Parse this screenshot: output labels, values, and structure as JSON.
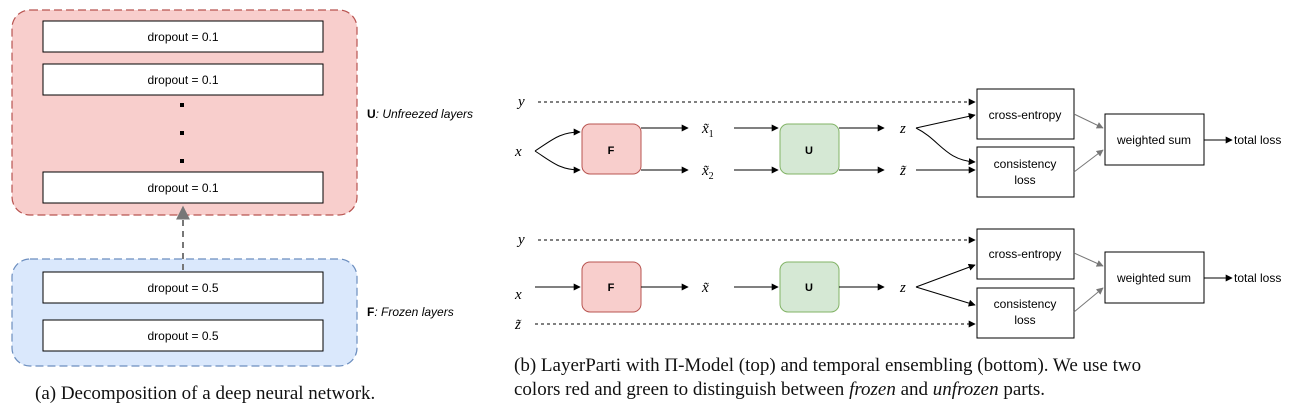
{
  "left": {
    "unfrozen_layers": [
      "dropout = 0.1",
      "dropout = 0.1",
      "dropout = 0.1"
    ],
    "frozen_layers": [
      "dropout = 0.5",
      "dropout = 0.5"
    ],
    "dots": ".",
    "unfrozen_label_bold": "U",
    "unfrozen_label_rest": ": Unfreezed layers",
    "frozen_label_bold": "F",
    "frozen_label_rest": ": Frozen layers",
    "caption": "(a) Decomposition of a deep neural network."
  },
  "right": {
    "top": {
      "y": "y",
      "x": "x",
      "F": "F",
      "U": "U",
      "x1": "x̃",
      "x1_sub": "1",
      "x2": "x̃",
      "x2_sub": "2",
      "z": "z",
      "z_tilde": "z̃",
      "cross_entropy": "cross-entropy",
      "consistency_line1": "consistency",
      "consistency_line2": "loss",
      "weighted_sum": "weighted sum",
      "total_loss": "total loss"
    },
    "bottom": {
      "y": "y",
      "x": "x",
      "z_tilde_in": "z̃",
      "F": "F",
      "U": "U",
      "x_tilde": "x̃",
      "z": "z",
      "cross_entropy": "cross-entropy",
      "consistency_line1": "consistency",
      "consistency_line2": "loss",
      "weighted_sum": "weighted sum",
      "total_loss": "total loss"
    },
    "caption_line1_a": "(b) LayerParti with ",
    "caption_pi": "Π",
    "caption_line1_b": "-Model (top) and temporal ensembling (bottom). We use two",
    "caption_line2_a": "colors red and green to distinguish between ",
    "caption_frozen": "frozen",
    "caption_line2_b": " and ",
    "caption_unfrozen": "unfrozen",
    "caption_line2_c": " parts."
  },
  "colors": {
    "unfrozen_fill": "#f8cecc",
    "unfrozen_stroke": "#b85450",
    "frozen_fill": "#dae8fc",
    "frozen_stroke": "#6c8ebf",
    "f_block_fill": "#f8cecc",
    "u_block_fill": "#d5e8d4",
    "u_block_stroke": "#82b366"
  }
}
